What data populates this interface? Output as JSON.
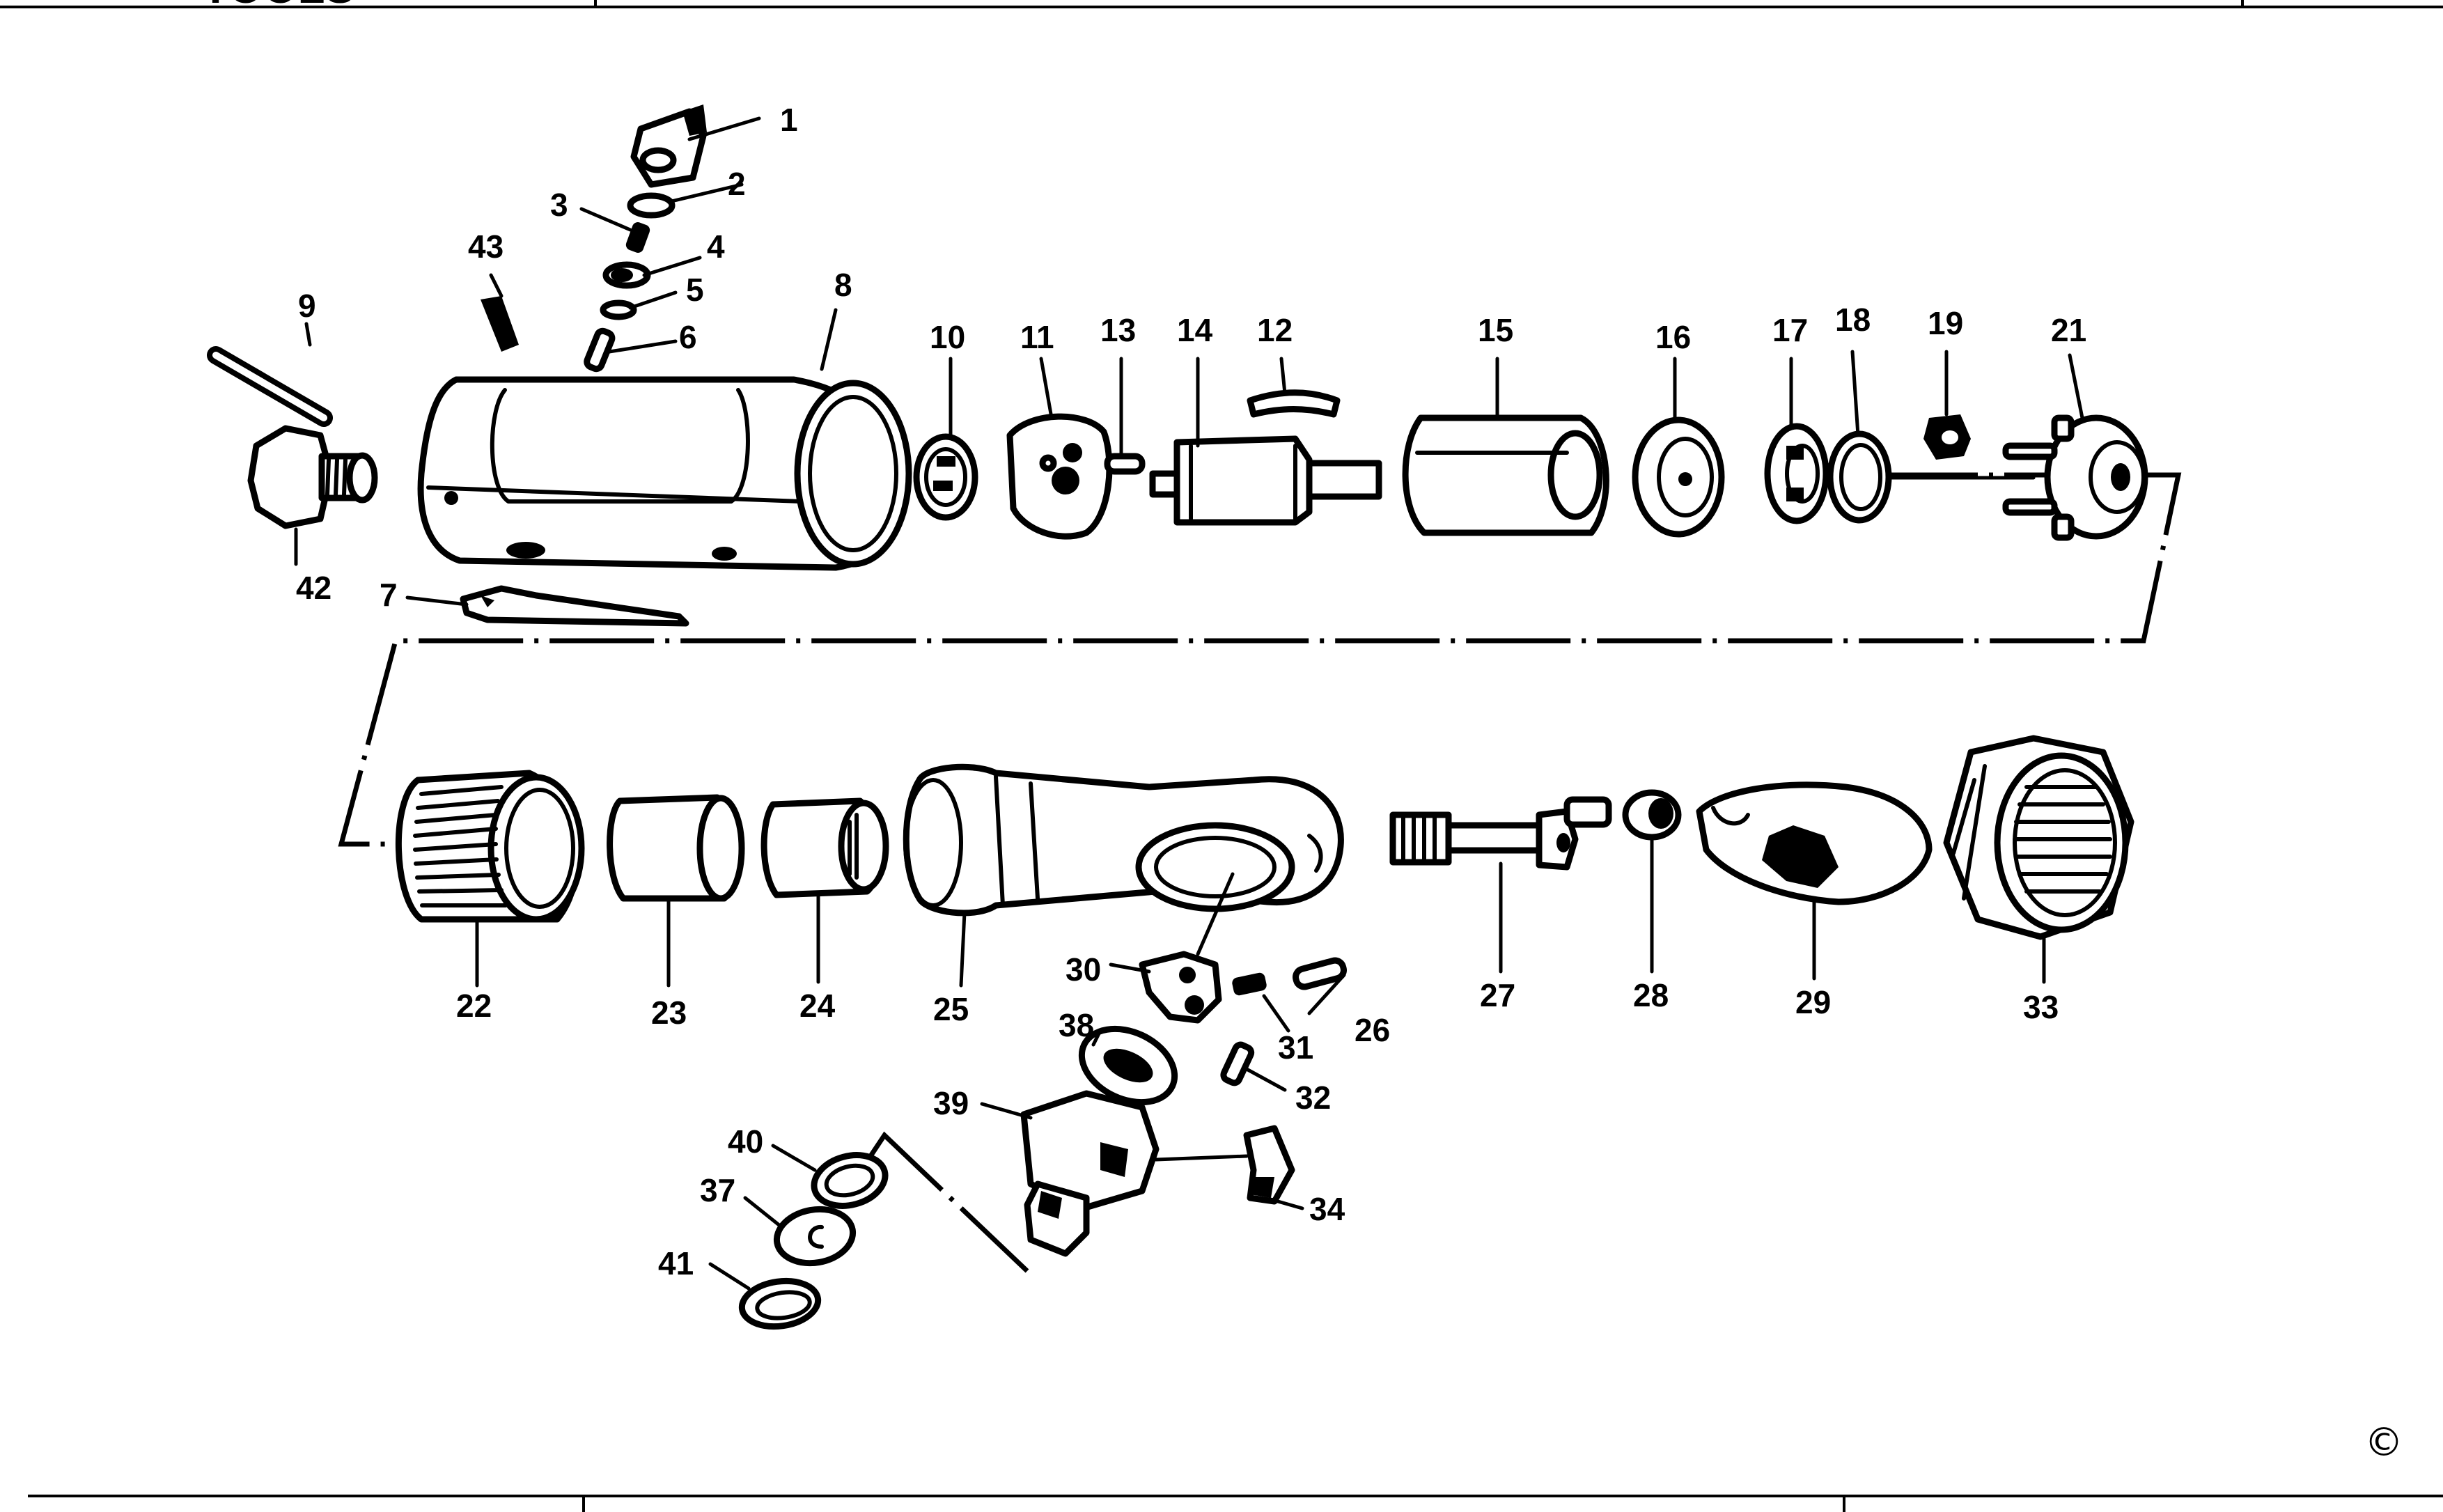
{
  "header": {
    "brand_fragment": "TOOLS"
  },
  "copyright_symbol": "©",
  "callouts": [
    "1",
    "2",
    "3",
    "4",
    "5",
    "6",
    "7",
    "8",
    "9",
    "10",
    "11",
    "12",
    "13",
    "14",
    "15",
    "16",
    "17",
    "18",
    "19",
    "21",
    "22",
    "23",
    "24",
    "25",
    "26",
    "27",
    "28",
    "29",
    "30",
    "31",
    "32",
    "33",
    "34",
    "37",
    "38",
    "39",
    "40",
    "41",
    "42",
    "43"
  ]
}
